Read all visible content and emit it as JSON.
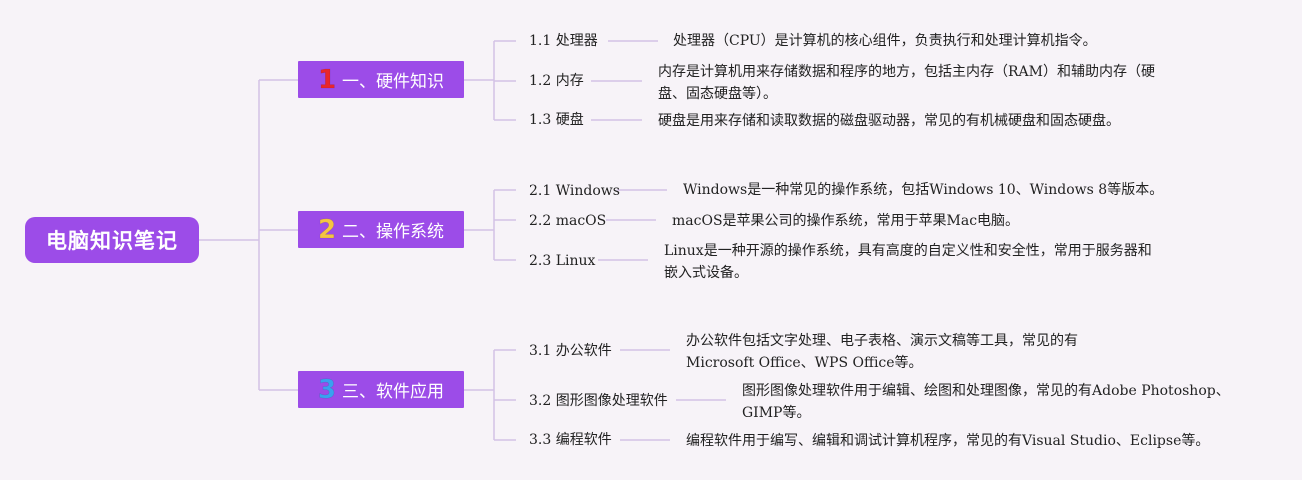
{
  "root": {
    "label": "电脑知识笔记"
  },
  "colors": {
    "node_fill": "#9c4ce8",
    "line": "#d3c2e6",
    "num1": "#e8262c",
    "num2": "#f4c542",
    "num3": "#3aa0f0"
  },
  "branches": [
    {
      "num": "1",
      "label": "一、硬件知识",
      "items": [
        {
          "title": "1.1 处理器",
          "desc": "处理器（CPU）是计算机的核心组件，负责执行和处理计算机指令。"
        },
        {
          "title": "1.2 内存",
          "desc": "内存是计算机用来存储数据和程序的地方，包括主内存（RAM）和辅助内存（硬盘、固态硬盘等）。"
        },
        {
          "title": "1.3 硬盘",
          "desc": "硬盘是用来存储和读取数据的磁盘驱动器，常见的有机械硬盘和固态硬盘。"
        }
      ]
    },
    {
      "num": "2",
      "label": "二、操作系统",
      "items": [
        {
          "title": "2.1 Windows",
          "desc": "Windows是一种常见的操作系统，包括Windows 10、Windows 8等版本。"
        },
        {
          "title": "2.2 macOS",
          "desc": "macOS是苹果公司的操作系统，常用于苹果Mac电脑。"
        },
        {
          "title": "2.3 Linux",
          "desc": "Linux是一种开源的操作系统，具有高度的自定义性和安全性，常用于服务器和嵌入式设备。"
        }
      ]
    },
    {
      "num": "3",
      "label": "三、软件应用",
      "items": [
        {
          "title": "3.1 办公软件",
          "desc": "办公软件包括文字处理、电子表格、演示文稿等工具，常见的有Microsoft Office、WPS Office等。"
        },
        {
          "title": "3.2 图形图像处理软件",
          "desc": "图形图像处理软件用于编辑、绘图和处理图像，常见的有Adobe Photoshop、GIMP等。"
        },
        {
          "title": "3.3 编程软件",
          "desc": "编程软件用于编写、编辑和调试计算机程序，常见的有Visual Studio、Eclipse等。"
        }
      ]
    }
  ]
}
